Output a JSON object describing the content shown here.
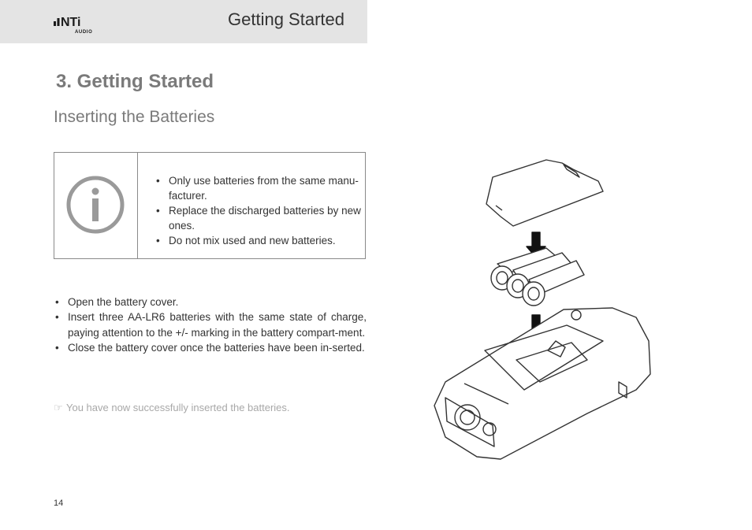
{
  "header": {
    "brand_name": "NTi AUDIO",
    "title": "Getting Started"
  },
  "chapter_title": "3. Getting Started",
  "section_title": "Inserting the Batteries",
  "info_box": {
    "icon": "info-icon",
    "items": [
      "Only use batteries from the same manu-facturer.",
      "Replace the discharged batteries by new ones.",
      "Do not mix used and new batteries."
    ]
  },
  "steps": [
    "Open the battery cover.",
    "Insert three AA-LR6 batteries with the same state of charge, paying attention to the +/- marking in the battery compart-ment.",
    "Close the battery cover once the batteries have been in-serted."
  ],
  "result": {
    "icon": "pointing-hand-icon",
    "text": "You have now successfully inserted the batteries."
  },
  "page_number": "14",
  "illustration": {
    "name": "battery-insertion-illustration"
  },
  "colors": {
    "header_band": "#e4e4e4",
    "heading_gray": "#7a7a7a",
    "result_gray": "#a8a8a8"
  }
}
